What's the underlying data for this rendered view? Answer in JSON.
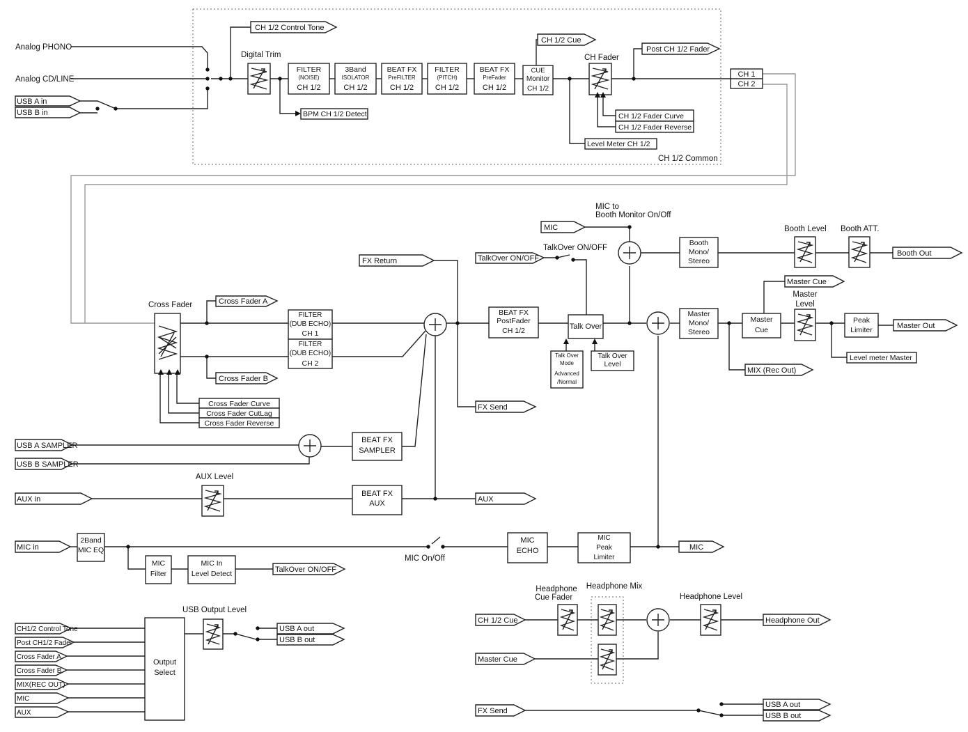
{
  "inputs": {
    "analog_phono": "Analog PHONO",
    "analog_cd_line": "Analog CD/LINE",
    "usb_a_in": "USB A in",
    "usb_b_in": "USB B in",
    "usb_a_sampler": "USB A SAMPLER",
    "usb_b_sampler": "USB B SAMPLER",
    "aux_in": "AUX in",
    "mic_in": "MIC in",
    "mic": "MIC",
    "fx_return": "FX Return"
  },
  "channel": {
    "control_tone": "CH 1/2 Control Tone",
    "digital_trim": "Digital Trim",
    "filter_noise": [
      "FILTER",
      "(NOISE)",
      "CH 1/2"
    ],
    "isolator": [
      "3Band",
      "ISOLATOR",
      "CH 1/2"
    ],
    "beatfx_prefilter": [
      "BEAT FX",
      "PreFILTER",
      "CH 1/2"
    ],
    "filter_pitch": [
      "FILTER",
      "(PITCH)",
      "CH 1/2"
    ],
    "beatfx_prefader": [
      "BEAT FX",
      "PreFader",
      "CH 1/2"
    ],
    "cue_monitor": [
      "CUE",
      "Monitor",
      "CH 1/2"
    ],
    "ch_cue": "CH 1/2 Cue",
    "ch_fader": "CH Fader",
    "post_fader": "Post CH 1/2 Fader",
    "bpm_detect": "BPM CH 1/2 Detect",
    "fader_curve": "CH 1/2 Fader Curve",
    "fader_reverse": "CH 1/2 Fader Reverse",
    "level_meter": "Level Meter CH 1/2",
    "common": "CH 1/2 Common",
    "ch1": "CH 1",
    "ch2": "CH 2"
  },
  "crossfader": {
    "title": "Cross Fader",
    "out_a": "Cross Fader A",
    "out_b": "Cross Fader B",
    "filter_ch1": [
      "FILTER",
      "(DUB ECHO)",
      "CH 1"
    ],
    "filter_ch2": [
      "FILTER",
      "(DUB ECHO)",
      "CH 2"
    ],
    "curve": "Cross Fader Curve",
    "cutlag": "Cross Fader CutLag",
    "reverse": "Cross Fader Reverse"
  },
  "fx": {
    "beatfx_sampler": [
      "BEAT FX",
      "SAMPLER"
    ],
    "beatfx_aux": [
      "BEAT FX",
      "AUX"
    ],
    "beatfx_postfader": [
      "BEAT FX",
      "PostFader",
      "CH 1/2"
    ],
    "fx_send": "FX Send",
    "aux_out": "AUX",
    "aux_level": "AUX Level"
  },
  "talkover": {
    "onoff_in": "TalkOver ON/OFF",
    "onoff_label": "TalkOver ON/OFF",
    "box": "Talk Over",
    "mode": [
      "Talk Over",
      "Mode",
      "Advanced",
      "/Normal"
    ],
    "level": [
      "Talk Over",
      "Level"
    ]
  },
  "booth": {
    "mic_to_booth": [
      "MIC to",
      "Booth Monitor On/Off"
    ],
    "mono_stereo": [
      "Booth",
      "Mono/",
      "Stereo"
    ],
    "level": "Booth Level",
    "att": "Booth ATT.",
    "out": "Booth Out"
  },
  "master": {
    "mono_stereo": [
      "Master",
      "Mono/",
      "Stereo"
    ],
    "cue_out": "Master Cue",
    "cue_box": [
      "Master",
      "Cue"
    ],
    "level": [
      "Master",
      "Level"
    ],
    "peak_limiter": [
      "Peak",
      "Limiter"
    ],
    "out": "Master Out",
    "mix_rec_out": "MIX (Rec Out)",
    "level_meter": "Level meter Master"
  },
  "mic": {
    "eq": [
      "2Band",
      "MIC EQ"
    ],
    "filter": [
      "MIC",
      "Filter"
    ],
    "level_detect": [
      "MIC In",
      "Level Detect"
    ],
    "talkover_out": "TalkOver ON/OFF",
    "onoff": "MIC On/Off",
    "echo": [
      "MIC",
      "ECHO"
    ],
    "peak_limiter": [
      "MIC",
      "Peak",
      "Limiter"
    ],
    "out": "MIC"
  },
  "usb_output": {
    "sources": [
      "CH1/2 Control Tone",
      "Post CH1/2  Fader",
      "Cross Fader A",
      "Cross Fader B",
      "MIX(REC OUT)",
      "MIC",
      "AUX"
    ],
    "select": [
      "Output",
      "Select"
    ],
    "level": "USB Output Level",
    "usb_a_out": "USB A out",
    "usb_b_out": "USB B out"
  },
  "headphone": {
    "cue_fader": [
      "Headphone",
      "Cue Fader"
    ],
    "mix": "Headphone Mix",
    "level": "Headphone Level",
    "ch_cue": "CH 1/2 Cue",
    "master_cue": "Master Cue",
    "out": "Headphone Out"
  },
  "fx_send_usb": {
    "fx_send": "FX Send",
    "usb_a_out": "USB A out",
    "usb_b_out": "USB B out"
  }
}
